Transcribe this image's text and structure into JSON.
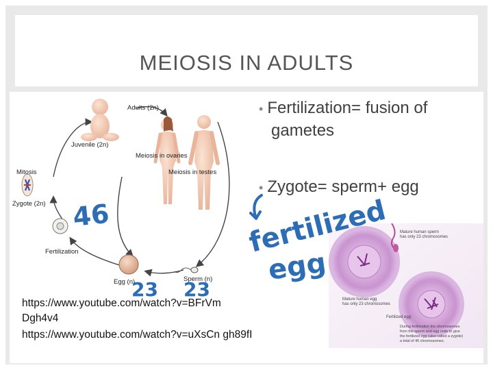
{
  "title": "MEIOSIS IN ADULTS",
  "bullets": [
    "Fertilization= fusion of gametes",
    "Zygote= sperm+ egg"
  ],
  "diagram": {
    "adults": "Adults (2n)",
    "juvenile": "Juvenile (2n)",
    "meiosis_ovaries": "Meiosis in ovaries",
    "meiosis_testes": "Meiosis in testes",
    "mitosis": "Mitosis",
    "zygote": "Zygote (2n)",
    "fertilization": "Fertilization",
    "egg": "Egg (n)",
    "sperm": "Sperm (n)"
  },
  "handwriting": {
    "num_46": "46",
    "num_23a": "23",
    "num_23b": "23",
    "fertilized": "fertilized",
    "egg": "egg"
  },
  "photo": {
    "sperm_caption_1": "Mature human sperm",
    "sperm_caption_2": "has only 23 chromosomes",
    "egg_caption_1": "Mature human egg",
    "egg_caption_2": "has only 23 chromosomes",
    "fertilized_egg": "Fertilized egg",
    "desc_1": "During fertilization the chromosomes",
    "desc_2": "from the sperm and egg unite to give",
    "desc_3": "the fertilized egg (also called a zygote)",
    "desc_4": "a total of 46 chromosomes."
  },
  "links": [
    "https://www.youtube.com/watch?v=BFrVm Dgh4v4",
    "https://www.youtube.com/watch?v=uXsCn gh89fI"
  ],
  "colors": {
    "frame": "#e9e9e9",
    "title": "#555555",
    "ink": "#2d6db5"
  }
}
